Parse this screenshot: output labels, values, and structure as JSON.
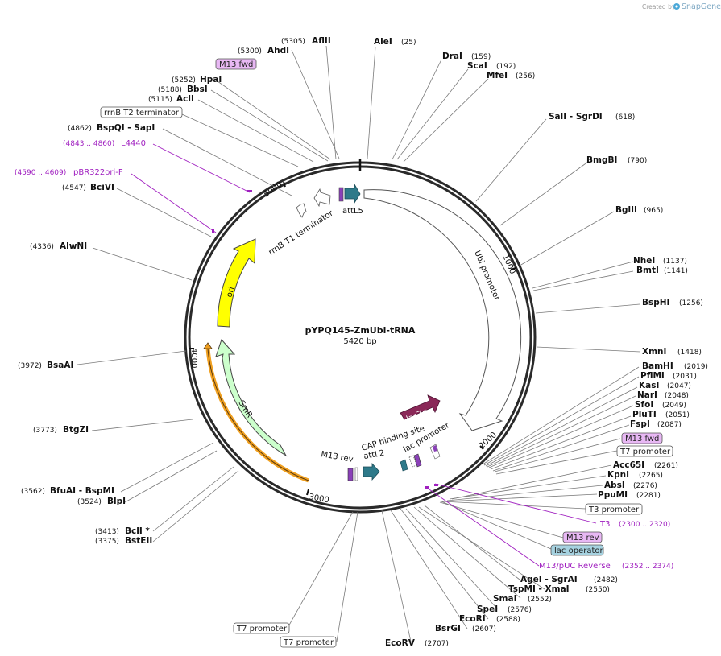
{
  "brand": {
    "prefix": "Created by",
    "name": "SnapGene"
  },
  "plasmid": {
    "name": "pYPQ145-ZmUbi-tRNA",
    "length": "5420 bp"
  },
  "ticks": [
    "1000",
    "2000",
    "3000",
    "4000",
    "5000"
  ],
  "features": {
    "attL5": "attL5",
    "rrnb_t1": "rrnB T1 terminator",
    "ubi": "Ubi promoter",
    "ori": "ori",
    "smr": "SmR",
    "m13rev": "M13 rev",
    "attl2": "attL2",
    "cap": "CAP binding site",
    "lacpro": "lac promoter",
    "lacz": "lacZα"
  },
  "sites": [
    {
      "name": "AflII",
      "pos": "(5305)"
    },
    {
      "name": "AhdI",
      "pos": "(5300)"
    },
    {
      "name": "AleI",
      "pos": "(25)"
    },
    {
      "name": "DraI",
      "pos": "(159)"
    },
    {
      "name": "ScaI",
      "pos": "(192)"
    },
    {
      "name": "MfeI",
      "pos": "(256)"
    },
    {
      "name": "HpaI",
      "pos": "(5252)"
    },
    {
      "name": "BbsI",
      "pos": "(5188)"
    },
    {
      "name": "AclI",
      "pos": "(5115)"
    },
    {
      "name": "BspQI - SapI",
      "pos": "(4862)"
    },
    {
      "name": "SalI - SgrDI",
      "pos": "(618)"
    },
    {
      "name": "BmgBI",
      "pos": "(790)"
    },
    {
      "name": "BciVI",
      "pos": "(4547)"
    },
    {
      "name": "BglII",
      "pos": "(965)"
    },
    {
      "name": "AlwNI",
      "pos": "(4336)"
    },
    {
      "name": "NheI",
      "pos": "(1137)"
    },
    {
      "name": "BmtI",
      "pos": "(1141)"
    },
    {
      "name": "BspHI",
      "pos": "(1256)"
    },
    {
      "name": "XmnI",
      "pos": "(1418)"
    },
    {
      "name": "BsaAI",
      "pos": "(3972)"
    },
    {
      "name": "BamHI",
      "pos": "(2019)"
    },
    {
      "name": "PflMI",
      "pos": "(2031)"
    },
    {
      "name": "KasI",
      "pos": "(2047)"
    },
    {
      "name": "NarI",
      "pos": "(2048)"
    },
    {
      "name": "SfoI",
      "pos": "(2049)"
    },
    {
      "name": "PluTI",
      "pos": "(2051)"
    },
    {
      "name": "FspI",
      "pos": "(2087)"
    },
    {
      "name": "BtgZI",
      "pos": "(3773)"
    },
    {
      "name": "Acc65I",
      "pos": "(2261)"
    },
    {
      "name": "KpnI",
      "pos": "(2265)"
    },
    {
      "name": "AbsI",
      "pos": "(2276)"
    },
    {
      "name": "PpuMI",
      "pos": "(2281)"
    },
    {
      "name": "BfuAI - BspMI",
      "pos": "(3562)"
    },
    {
      "name": "BlpI",
      "pos": "(3524)"
    },
    {
      "name": "BclI *",
      "pos": "(3413)"
    },
    {
      "name": "BstEII",
      "pos": "(3375)"
    },
    {
      "name": "AgeI - SgrAI",
      "pos": "(2482)"
    },
    {
      "name": "TspMI - XmaI",
      "pos": "(2550)"
    },
    {
      "name": "SmaI",
      "pos": "(2552)"
    },
    {
      "name": "SpeI",
      "pos": "(2576)"
    },
    {
      "name": "EcoRI",
      "pos": "(2588)"
    },
    {
      "name": "BsrGI",
      "pos": "(2607)"
    },
    {
      "name": "EcoRV",
      "pos": "(2707)"
    }
  ],
  "boxes": {
    "m13fwd_top": "M13 fwd",
    "rrnb_t2": "rrnB T2 terminator",
    "m13fwd_right": "M13 fwd",
    "t7_right": "T7 promoter",
    "t3": "T3 promoter",
    "m13rev": "M13 rev",
    "lacop": "lac operator",
    "t7_b1": "T7 promoter",
    "t7_b2": "T7 promoter"
  },
  "primers": [
    {
      "name": "L4440",
      "pos": "(4843 .. 4860)"
    },
    {
      "name": "pBR322ori-F",
      "pos": "(4590 .. 4609)"
    },
    {
      "name": "T3",
      "pos": "(2300 .. 2320)"
    },
    {
      "name": "M13/pUC Reverse",
      "pos": "(2352 .. 2374)"
    }
  ],
  "colors": {
    "backbone": "#2a2a2a",
    "ori": "#ffff00",
    "smr": "#ccffcc",
    "amp_outline": "#f0a020",
    "att": "#2e7a8a",
    "lacz": "#8a2858",
    "m13": "#8a40b8",
    "primer": "#a020c0",
    "lacop_fill": "#a6d2e0",
    "m13_fill": "#e8b8f4"
  }
}
